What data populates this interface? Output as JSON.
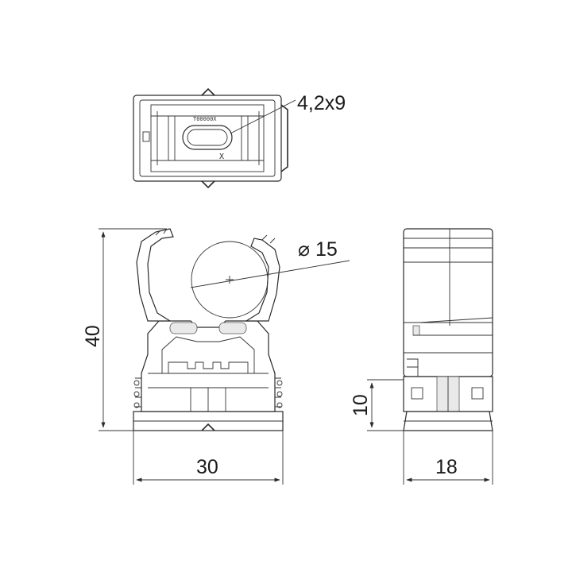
{
  "drawing": {
    "top_view": {
      "slot_label": "4,2x9",
      "marking": "T00000X",
      "marking_small": "X"
    },
    "front_view": {
      "diameter_label": "⌀ 15",
      "height_label": "40",
      "width_label": "30"
    },
    "side_view": {
      "base_height_label": "10",
      "depth_label": "18"
    }
  },
  "colors": {
    "line": "#2a2a2a",
    "background": "#ffffff"
  }
}
